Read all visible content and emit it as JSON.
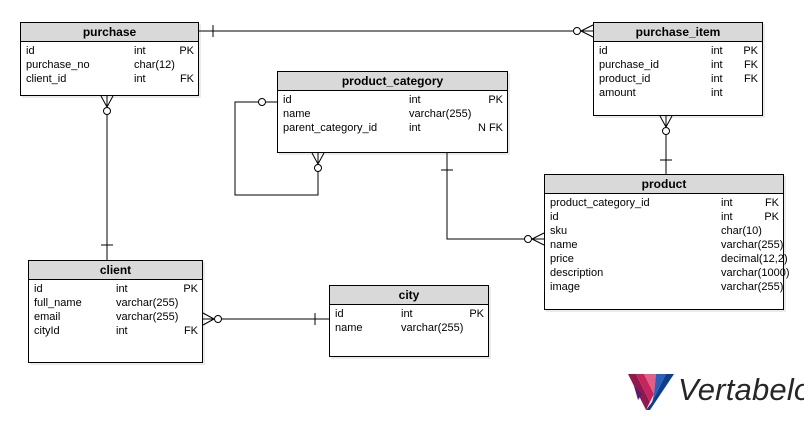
{
  "entities": {
    "purchase": {
      "title": "purchase",
      "columns": [
        {
          "name": "id",
          "type": "int",
          "key": "PK"
        },
        {
          "name": "purchase_no",
          "type": "char(12)",
          "key": ""
        },
        {
          "name": "client_id",
          "type": "int",
          "key": "FK"
        }
      ]
    },
    "purchase_item": {
      "title": "purchase_item",
      "columns": [
        {
          "name": "id",
          "type": "int",
          "key": "PK"
        },
        {
          "name": "purchase_id",
          "type": "int",
          "key": "FK"
        },
        {
          "name": "product_id",
          "type": "int",
          "key": "FK"
        },
        {
          "name": "amount",
          "type": "int",
          "key": ""
        }
      ]
    },
    "product_category": {
      "title": "product_category",
      "columns": [
        {
          "name": "id",
          "type": "int",
          "key": "PK"
        },
        {
          "name": "name",
          "type": "varchar(255)",
          "key": ""
        },
        {
          "name": "parent_category_id",
          "type": "int",
          "key": "N FK"
        }
      ]
    },
    "product": {
      "title": "product",
      "columns": [
        {
          "name": "product_category_id",
          "type": "int",
          "key": "FK"
        },
        {
          "name": "id",
          "type": "int",
          "key": "PK"
        },
        {
          "name": "sku",
          "type": "char(10)",
          "key": ""
        },
        {
          "name": "name",
          "type": "varchar(255)",
          "key": ""
        },
        {
          "name": "price",
          "type": "decimal(12,2)",
          "key": ""
        },
        {
          "name": "description",
          "type": "varchar(1000)",
          "key": ""
        },
        {
          "name": "image",
          "type": "varchar(255)",
          "key": ""
        }
      ]
    },
    "client": {
      "title": "client",
      "columns": [
        {
          "name": "id",
          "type": "int",
          "key": "PK"
        },
        {
          "name": "full_name",
          "type": "varchar(255)",
          "key": ""
        },
        {
          "name": "email",
          "type": "varchar(255)",
          "key": ""
        },
        {
          "name": "cityId",
          "type": "int",
          "key": "FK"
        }
      ]
    },
    "city": {
      "title": "city",
      "columns": [
        {
          "name": "id",
          "type": "int",
          "key": "PK"
        },
        {
          "name": "name",
          "type": "varchar(255)",
          "key": ""
        }
      ]
    }
  },
  "logo": {
    "text": "Vertabelo",
    "colors": [
      "#8e1a4f",
      "#c8245c",
      "#2b5fb8",
      "#0e3d8a"
    ]
  }
}
